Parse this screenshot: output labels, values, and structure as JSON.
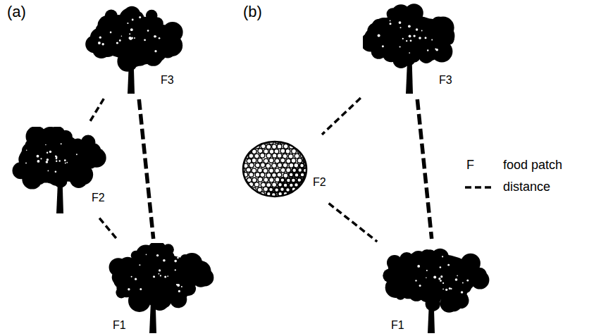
{
  "diagram": {
    "nodes": [
      {
        "text": [
          "F3"
        ]
      },
      {
        "text": [
          "F2"
        ]
      },
      {
        "text": [
          "F1"
        ]
      },
      {
        "text": [
          "F3"
        ]
      },
      {
        "text": [
          "F2"
        ]
      },
      {
        "text": [
          "F1"
        ]
      }
    ],
    "edges": [
      {
        "from": 0,
        "to": 1,
        "arrow": "none"
      },
      {
        "from": 1,
        "to": 2,
        "arrow": "none"
      },
      {
        "from": 0,
        "to": 2,
        "arrow": "none"
      },
      {
        "from": 3,
        "to": 4,
        "arrow": "none"
      },
      {
        "from": 4,
        "to": 5,
        "arrow": "none"
      },
      {
        "from": 3,
        "to": 5,
        "arrow": "none"
      }
    ],
    "labels": [
      "(a)",
      "(b)",
      "F"
    ],
    "legend": [
      {
        "text": "food patch"
      },
      {
        "text": "distance"
      }
    ]
  }
}
